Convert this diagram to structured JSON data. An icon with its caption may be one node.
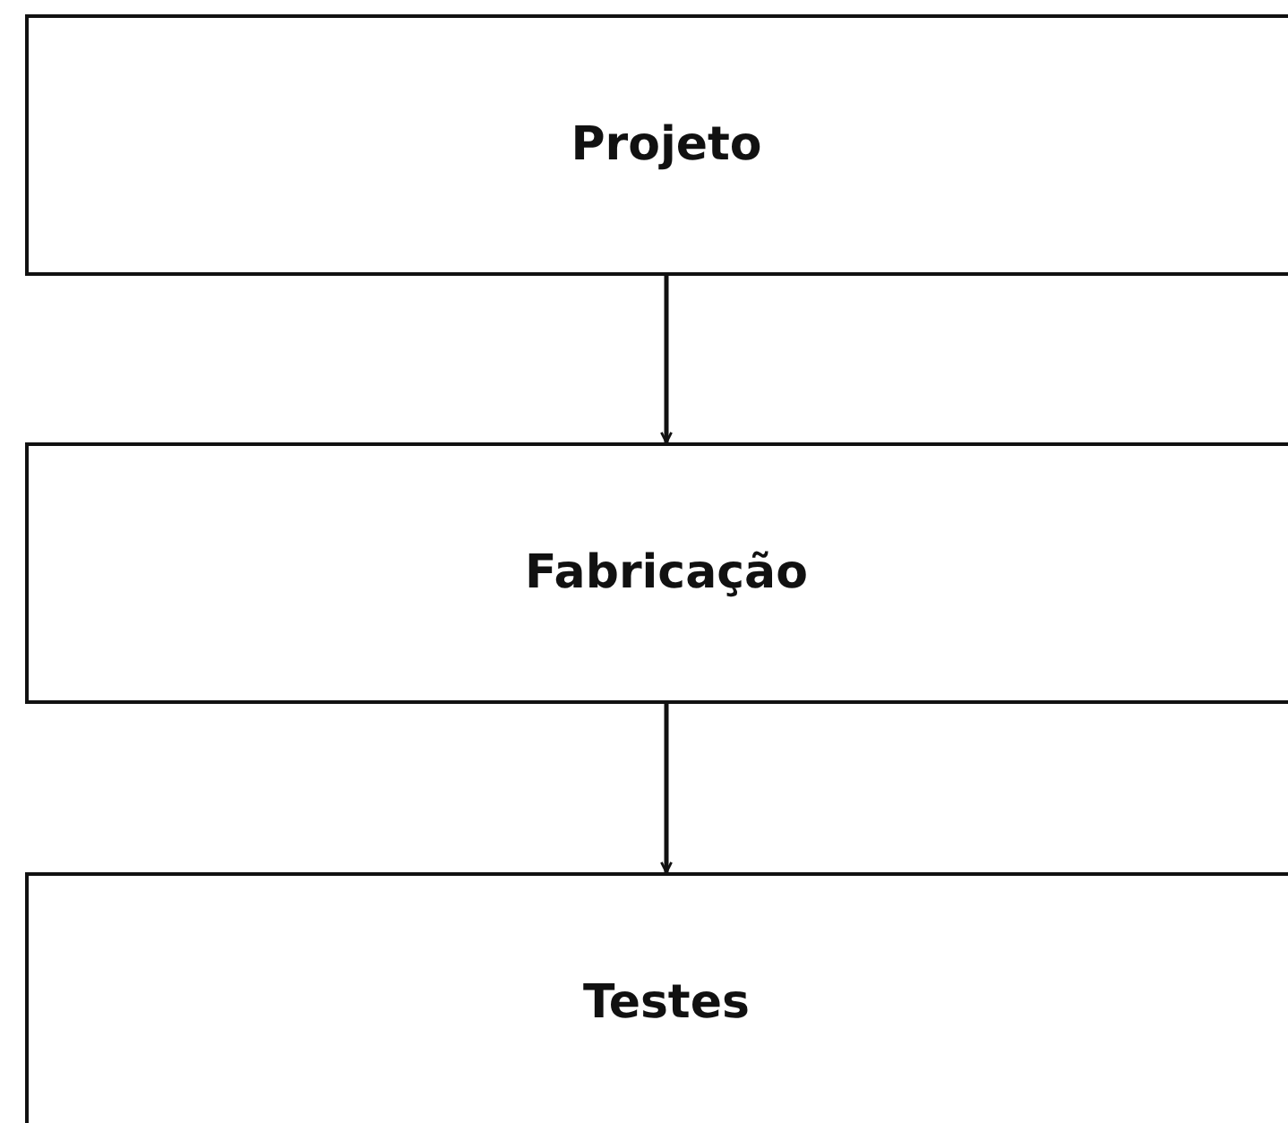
{
  "diagram": {
    "nodes": [
      {
        "text": [
          "Projeto"
        ]
      },
      {
        "text": [
          "Fabricação"
        ]
      },
      {
        "text": [
          "Testes"
        ]
      }
    ],
    "edges": [
      {
        "from": 0,
        "to": 1,
        "arrow": "to"
      },
      {
        "from": 1,
        "to": 2,
        "arrow": "to"
      }
    ]
  }
}
